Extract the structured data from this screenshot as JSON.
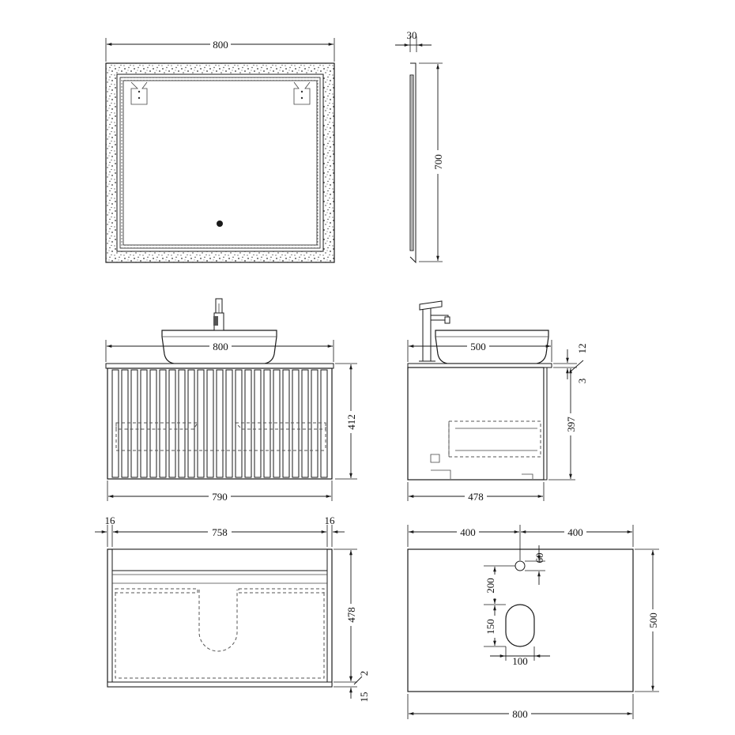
{
  "mirror_front": {
    "width": "800"
  },
  "mirror_side": {
    "depth": "30",
    "height": "700"
  },
  "vanity_front": {
    "top_width": "800",
    "height": "412",
    "cabinet_width": "790"
  },
  "vanity_side": {
    "basin_depth": "500",
    "top_thickness": "12",
    "gap": "3",
    "cabinet_height": "397",
    "cabinet_depth": "478"
  },
  "vanity_top_view": {
    "side_left": "16",
    "inner_width": "758",
    "side_right": "16",
    "depth": "478",
    "back_gap": "2",
    "edge": "15"
  },
  "countertop_plan": {
    "left_offset": "400",
    "right_offset": "400",
    "tap_hole": "60",
    "tap_to_waste": "200",
    "waste_height": "150",
    "waste_width": "100",
    "depth": "500",
    "width": "800"
  },
  "colors": {
    "stroke": "#1a1a1a",
    "fill": "#ffffff"
  }
}
